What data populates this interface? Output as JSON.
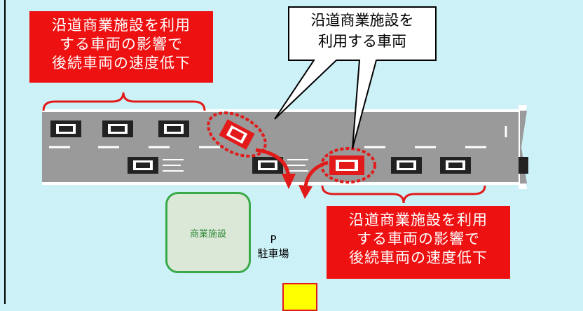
{
  "labels": {
    "top_left": [
      "沿道商業施設を利用",
      "する車両の影響で",
      "後続車両の速度低下"
    ],
    "bottom_right": [
      "沿道商業施設を利用",
      "する車両の影響で",
      "後続車両の速度低下"
    ],
    "callout": [
      "沿道商業施設を",
      "利用する車両"
    ]
  },
  "facility": {
    "label": "商業施設"
  },
  "parking": {
    "symbol": "P",
    "label": "駐車場"
  },
  "colors": {
    "background": "#ccf2f8",
    "road": "#9a9a9a",
    "label_bg": "#ee1111",
    "highlight_car": "#e21a1a",
    "facility_border": "#3aaa48"
  }
}
